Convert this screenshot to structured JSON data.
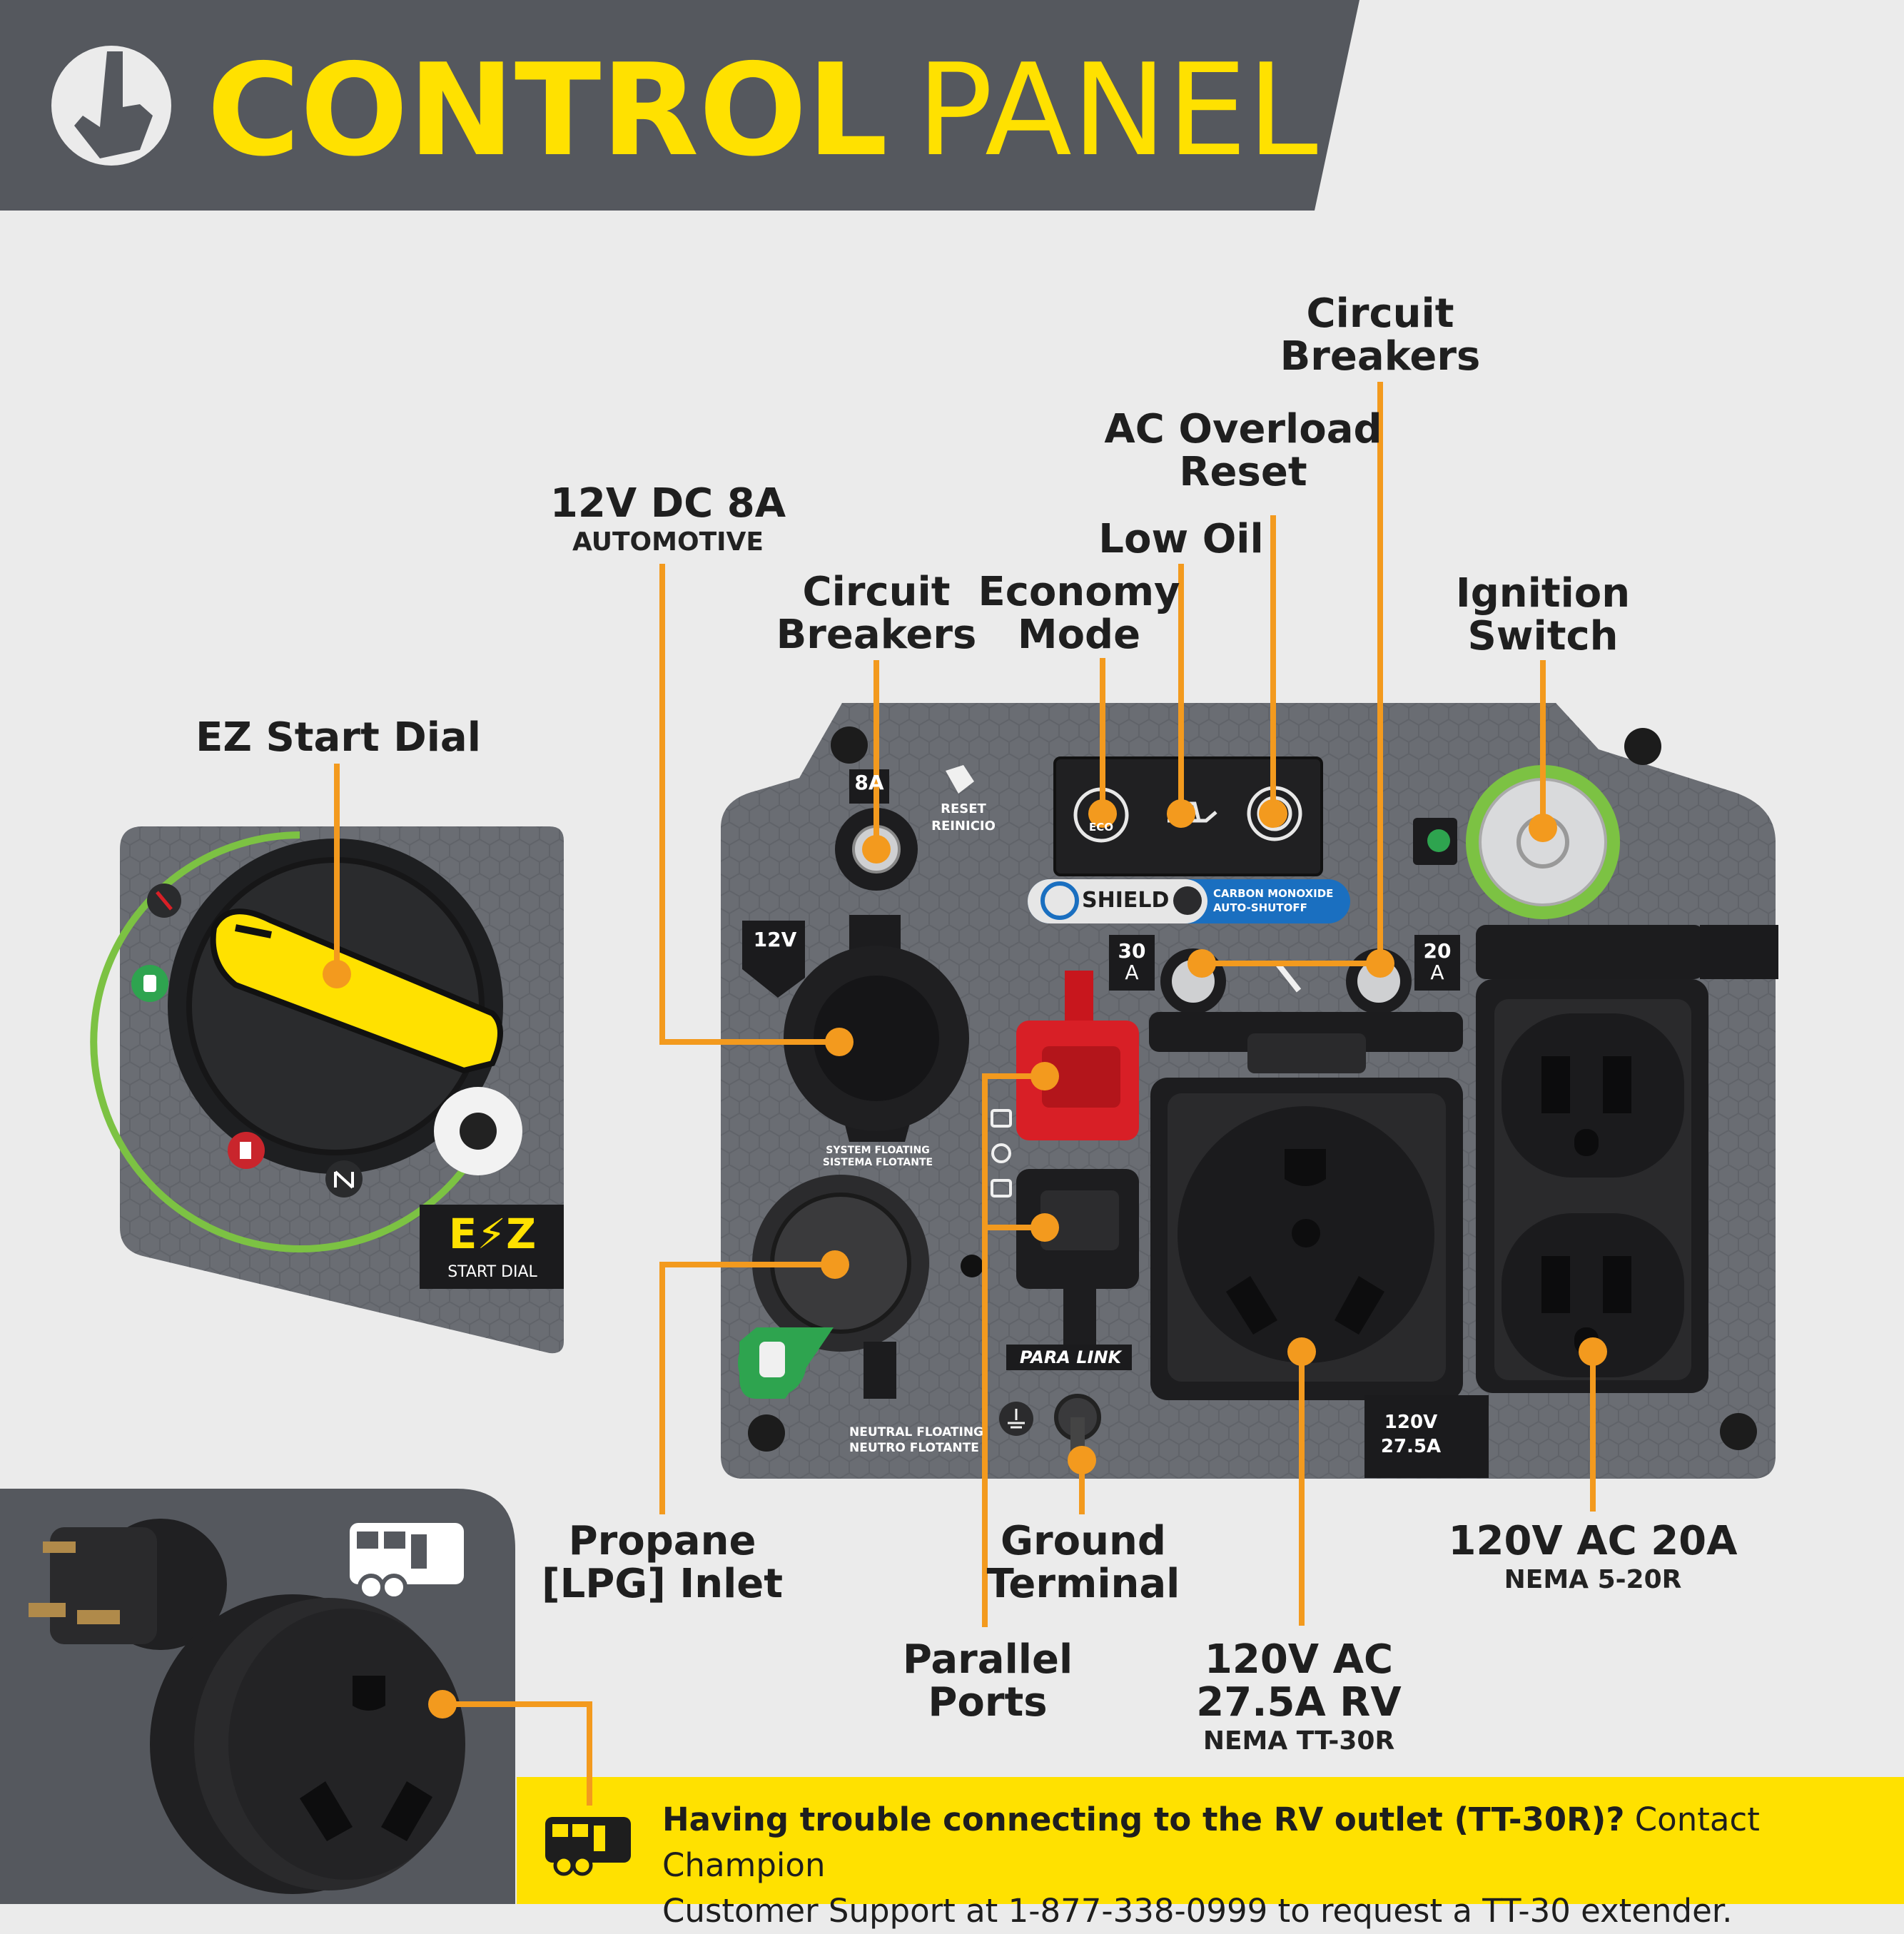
{
  "title": {
    "bold": "CONTROL",
    "light": "PANEL"
  },
  "icons": {
    "hand": "hand-pointer-icon",
    "rv": "rv-camper-icon",
    "propane": "propane-tank-icon",
    "ground": "ground-symbol-icon"
  },
  "colors": {
    "accent_yellow": "#ffe100",
    "line_orange": "#f39a1e",
    "dark_grey": "#55585e",
    "panel_grey": "#6a6d73",
    "green": "#7cc243",
    "red": "#d81f26"
  },
  "labels": {
    "ez_start_dial": "EZ Start Dial",
    "dc_title": "12V DC 8A",
    "dc_sub": "AUTOMOTIVE",
    "cb_left_1": "Circuit",
    "cb_left_2": "Breakers",
    "eco_1": "Economy",
    "eco_2": "Mode",
    "low_oil": "Low Oil",
    "ac_reset_1": "AC Overload",
    "ac_reset_2": "Reset",
    "cb_right_1": "Circuit",
    "cb_right_2": "Breakers",
    "ignition_1": "Ignition",
    "ignition_2": "Switch",
    "propane_1": "Propane",
    "propane_2": "[LPG] Inlet",
    "ground_1": "Ground",
    "ground_2": "Terminal",
    "parallel_1": "Parallel",
    "parallel_2": "Ports",
    "rv_1": "120V AC",
    "rv_2": "27.5A RV",
    "rv_sub": "NEMA TT-30R",
    "duplex_title": "120V AC 20A",
    "duplex_sub": "NEMA 5-20R"
  },
  "panel_text": {
    "cb_8a": "8A",
    "reset_en": "RESET",
    "reset_es": "REINICIO",
    "v12": "12V",
    "eco": "ECO",
    "shield": "SHIELD",
    "co_1": "CARBON MONOXIDE",
    "co_2": "AUTO-SHUTOFF",
    "cb_30": "30",
    "cb_30a": "A",
    "cb_20": "20",
    "cb_20a": "A",
    "sys_float_1": "SYSTEM FLOATING",
    "sys_float_2": "SISTEMA FLOTANTE",
    "neutral_1": "NEUTRAL FLOATING",
    "neutral_2": "NEUTRO FLOTANTE",
    "para": "PARA",
    "link": "LINK",
    "rv_badge_1": "120V",
    "rv_badge_2": "27.5A",
    "ez_logo": "E⚡Z",
    "ez_logo_sub": "START DIAL"
  },
  "banner": {
    "bold": "Having trouble connecting to the RV outlet (TT-30R)?",
    "normal_1": "Contact Champion",
    "normal_2": "Customer Support at 1-877-338-0999 to request a TT-30 extender."
  }
}
